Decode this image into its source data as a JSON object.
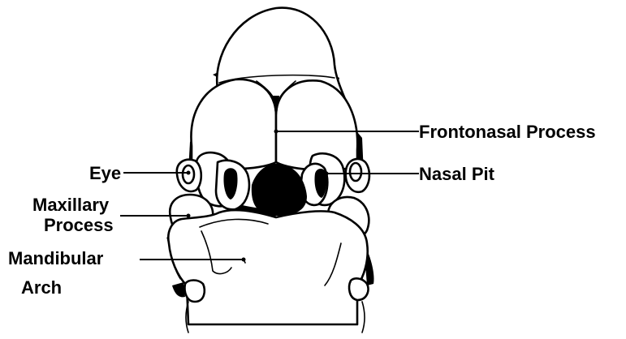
{
  "figure": {
    "labels": {
      "frontonasal_process": "Frontonasal Process",
      "eye": "Eye",
      "nasal_pit": "Nasal Pit",
      "maxillary_process": [
        "Maxillary",
        "Process"
      ],
      "mandibular_arch": [
        "Mandibular",
        "Arch"
      ]
    },
    "colors": {
      "ink": "#000000",
      "paper": "#ffffff"
    }
  }
}
